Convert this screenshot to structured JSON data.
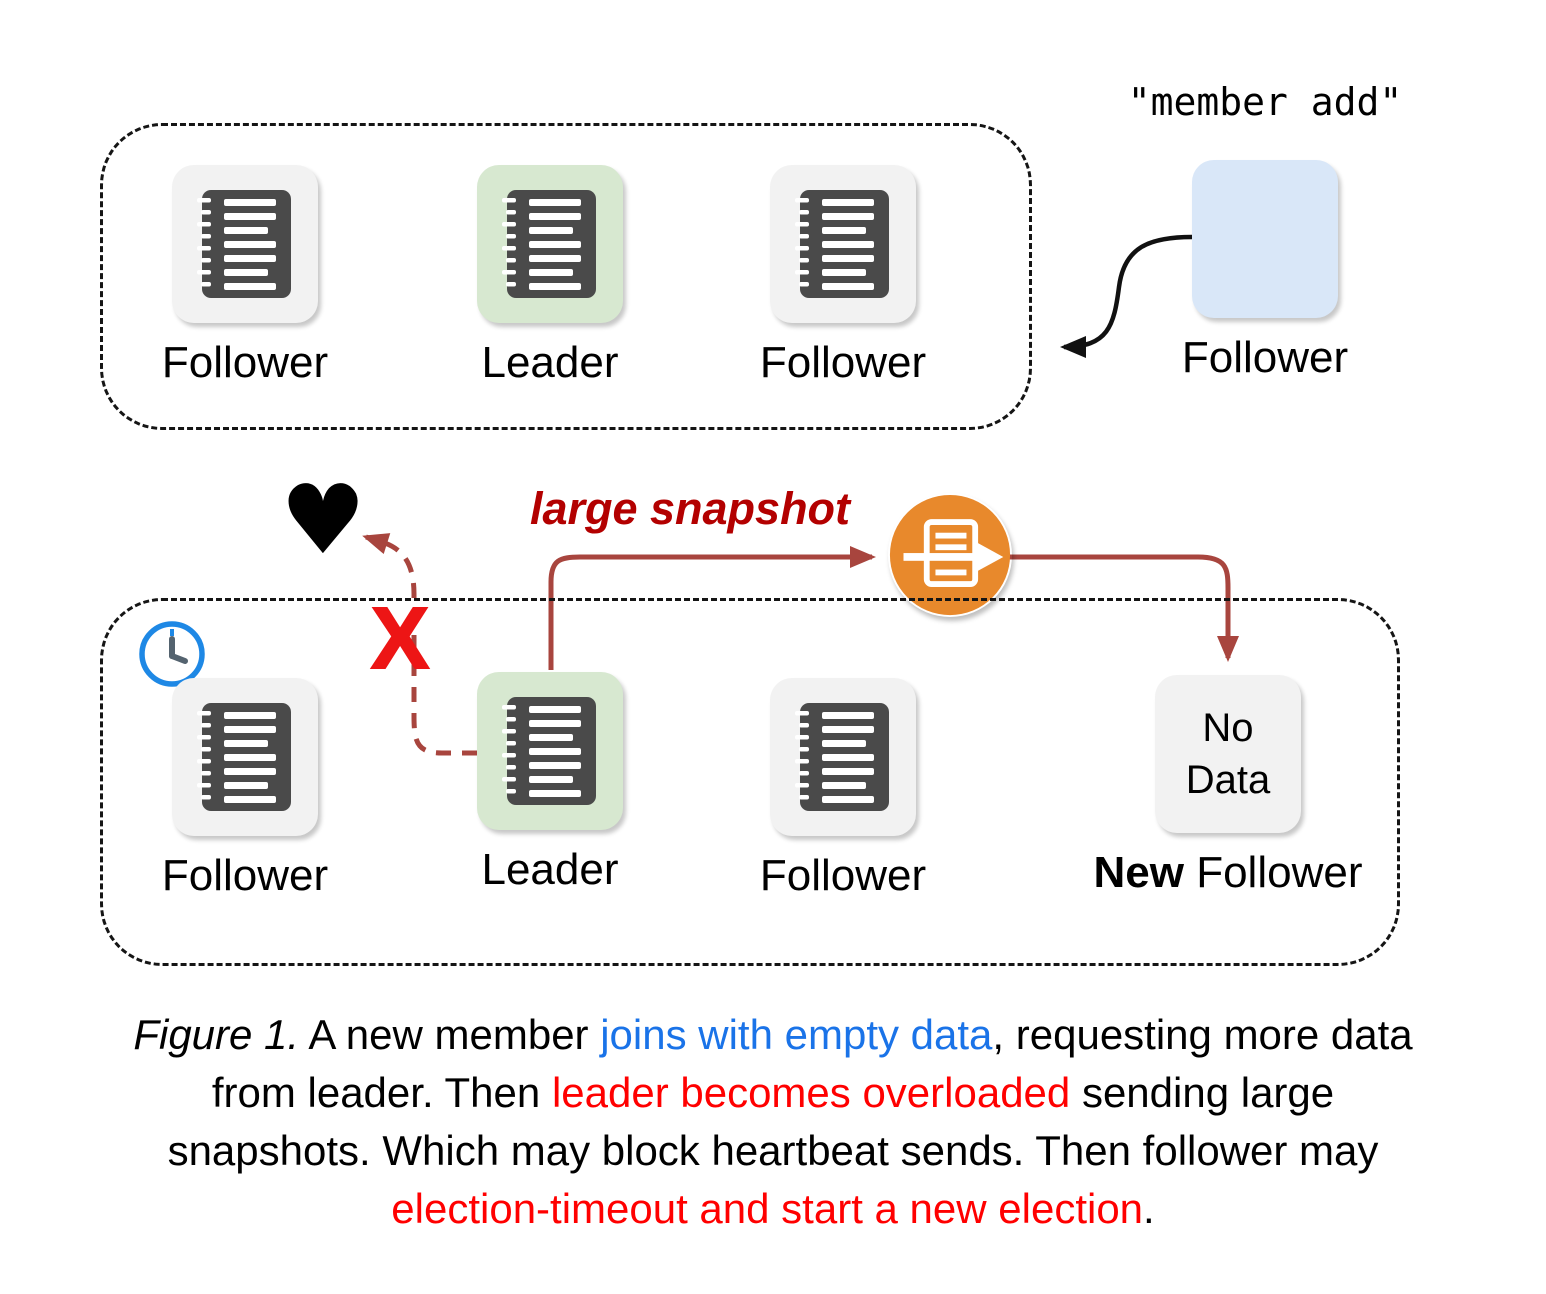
{
  "colors": {
    "follower-bg": "#f2f2f2",
    "leader-bg": "#d7e8d0",
    "new-bg": "#d9e7f8",
    "icon-dark": "#4a4a4a",
    "arrow-red": "#a8453e",
    "snapshot-text": "#b30000",
    "x-red": "#ed1515",
    "caption-blue": "#1a73e8",
    "caption-red": "#ff0000",
    "clock-blue": "#1e88e5",
    "snapshot-orange": "#e8892c"
  },
  "member_add_label": "\"member add\"",
  "top_cluster": {
    "nodes": [
      {
        "label": "Follower",
        "role": "follower"
      },
      {
        "label": "Leader",
        "role": "leader"
      },
      {
        "label": "Follower",
        "role": "follower"
      }
    ]
  },
  "new_member": {
    "label": "Follower",
    "role": "joining-follower"
  },
  "decorations": {
    "snapshot_label": "large snapshot",
    "heart_glyph": "♥",
    "x_glyph": "X"
  },
  "bottom_cluster": {
    "nodes": [
      {
        "label": "Follower",
        "role": "follower",
        "has_clock": true
      },
      {
        "label": "Leader",
        "role": "leader"
      },
      {
        "label": "Follower",
        "role": "follower"
      }
    ],
    "new_follower": {
      "box_label": "No Data",
      "label_bold": "New",
      "label_rest": " Follower"
    }
  },
  "caption": {
    "lines": [
      {
        "segments": [
          {
            "text": "Figure 1.",
            "style": "italic"
          },
          {
            "text": " A new member ",
            "style": "plain"
          },
          {
            "text": "joins with empty data",
            "style": "blue"
          },
          {
            "text": ", requesting more data",
            "style": "plain"
          }
        ]
      },
      {
        "segments": [
          {
            "text": "from leader. Then ",
            "style": "plain"
          },
          {
            "text": "leader becomes overloaded",
            "style": "red"
          },
          {
            "text": " sending large",
            "style": "plain"
          }
        ]
      },
      {
        "segments": [
          {
            "text": "snapshots. Which may block heartbeat sends. Then follower may",
            "style": "plain"
          }
        ]
      },
      {
        "segments": [
          {
            "text": "election-timeout and start a new election",
            "style": "red"
          },
          {
            "text": ".",
            "style": "plain"
          }
        ]
      }
    ]
  }
}
